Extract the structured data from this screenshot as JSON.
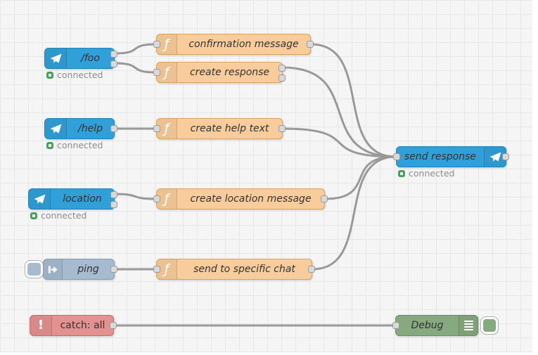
{
  "workspace": {
    "name": "flow-canvas"
  },
  "colors": {
    "canvas_bg": "#f5f5f5",
    "grid_line": "#e7e7e7",
    "telegram_fill": "#31a0d8",
    "telegram_border": "#1f83b4",
    "function_fill": "#f9cd9b",
    "function_border": "#d8a25f",
    "inject_fill": "#a6bbcf",
    "inject_border": "#8a9db0",
    "catch_fill": "#e49191",
    "catch_border": "#c66a6a",
    "debug_fill": "#87a980",
    "debug_border": "#6a8c63",
    "port_fill": "#d9d9d9",
    "port_border": "#999999",
    "wire": "#999999",
    "status_green": "#46a15e",
    "status_text": "#8c8c8c",
    "label_text": "#333333"
  },
  "icons": {
    "function_glyph": "ƒ",
    "catch_glyph": "!"
  },
  "nodes": {
    "foo": {
      "label": "/foo",
      "status": "connected"
    },
    "confirmation_message": {
      "label": "confirmation message"
    },
    "create_response": {
      "label": "create response"
    },
    "help": {
      "label": "/help",
      "status": "connected"
    },
    "create_help_text": {
      "label": "create help text"
    },
    "location": {
      "label": "location",
      "status": "connected"
    },
    "create_location_message": {
      "label": "create location message"
    },
    "ping": {
      "label": "ping"
    },
    "send_to_specific_chat": {
      "label": "send to specific chat"
    },
    "send_response": {
      "label": "send response",
      "status": "connected"
    },
    "catch_all": {
      "label": "catch: all"
    },
    "debug": {
      "label": "Debug"
    }
  }
}
